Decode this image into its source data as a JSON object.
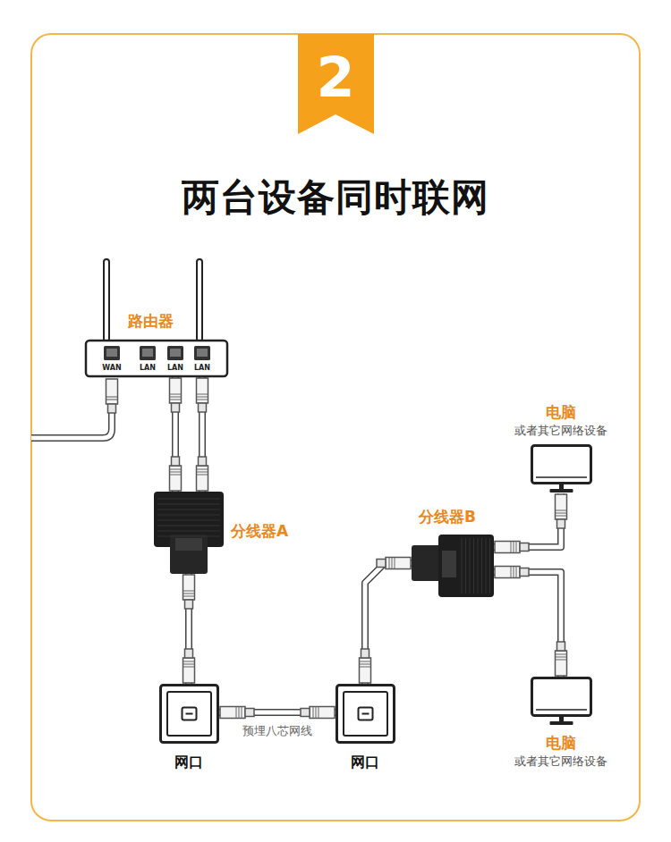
{
  "diagram": {
    "title": "两台设备同时联网",
    "nodes": [
      {
        "text": [
          "路由器",
          "WAN",
          "LAN",
          "LAN",
          "LAN"
        ]
      },
      {
        "text": [
          "分线器A"
        ]
      },
      {
        "text": [
          "网口"
        ]
      },
      {
        "text": [
          "网口"
        ]
      },
      {
        "text": [
          "分线器B"
        ]
      },
      {
        "text": [
          "电脑",
          "或者其它网络设备"
        ]
      },
      {
        "text": [
          "电脑",
          "或者其它网络设备"
        ]
      }
    ],
    "edges": [
      {
        "from": 0,
        "to": 1,
        "arrow": "none"
      },
      {
        "from": 0,
        "to": 1,
        "arrow": "none"
      },
      {
        "from": 1,
        "to": 2,
        "arrow": "none"
      },
      {
        "from": 2,
        "to": 3,
        "label": "预埋八芯网线",
        "arrow": "none"
      },
      {
        "from": 3,
        "to": 4,
        "arrow": "none"
      },
      {
        "from": 4,
        "to": 5,
        "arrow": "none"
      },
      {
        "from": 4,
        "to": 6,
        "arrow": "none"
      }
    ],
    "labels": [
      "2"
    ]
  }
}
